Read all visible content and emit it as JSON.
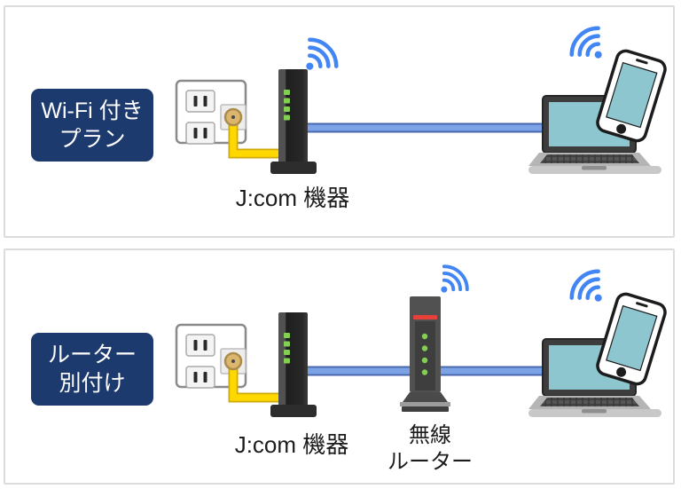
{
  "panel1": {
    "badge_line1": "Wi-Fi 付き",
    "badge_line2": "プラン",
    "jcom_label": "J:com 機器"
  },
  "panel2": {
    "badge_line1": "ルーター",
    "badge_line2": "別付け",
    "jcom_label": "J:com 機器",
    "router_label_line1": "無線",
    "router_label_line2": "ルーター"
  },
  "icons": {
    "wifi_signal": "wifi-signal-icon",
    "wall_outlet": "wall-outlet-icon",
    "coax_connector": "coax-connector-icon",
    "jcom_device": "jcom-device-icon",
    "wireless_router": "wireless-router-icon",
    "laptop": "laptop-icon",
    "smartphone": "smartphone-icon"
  },
  "colors": {
    "badge_navy": "#1d3a6e",
    "wifi_blue": "#4285f4",
    "cable_yellow": "#ffd800",
    "cable_yellow_edge": "#cfa90a",
    "cable_blue": "#7ba3e6",
    "cable_blue_edge": "#4a67ae",
    "led_green": "#82cf52",
    "router_stripe_red": "#e6403a",
    "screen_teal": "#8ec6cf",
    "panel_border": "#dcdcdc",
    "label_text": "#1c1c1c",
    "badge_text": "#ffffff"
  }
}
